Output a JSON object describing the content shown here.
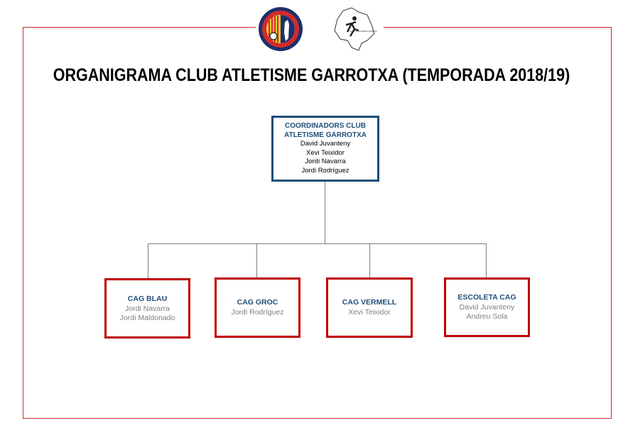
{
  "logos": {
    "club_logo": "club-badge",
    "cag_logo": "CLUB ATLETISME GARROTXA"
  },
  "title": "ORGANIGRAMA CLUB ATLETISME GARROTXA (TEMPORADA 2018/19)",
  "root": {
    "heading": [
      "COORDINADORS CLUB",
      "ATLETISME GARROTXA"
    ],
    "members": [
      "David Juvanteny",
      "Xevi Teixidor",
      "Jordi Navarra",
      "Jordi Rodríguez"
    ]
  },
  "groups": [
    {
      "name": "CAG BLAU",
      "members": [
        "Jordi Navarra",
        "Jordi Maldonado"
      ]
    },
    {
      "name": "CAG GROC",
      "members": [
        "Jordi Rodríguez"
      ]
    },
    {
      "name": "CAG VERMELL",
      "members": [
        "Xevi Teixidor"
      ]
    },
    {
      "name": "ESCOLETA CAG",
      "members": [
        "David Juvanteny",
        "Andreu Sola"
      ]
    }
  ],
  "colors": {
    "frame": "#d02828",
    "root_border": "#1f4e79",
    "group_border": "#c00000",
    "heading": "#1f4e79"
  }
}
